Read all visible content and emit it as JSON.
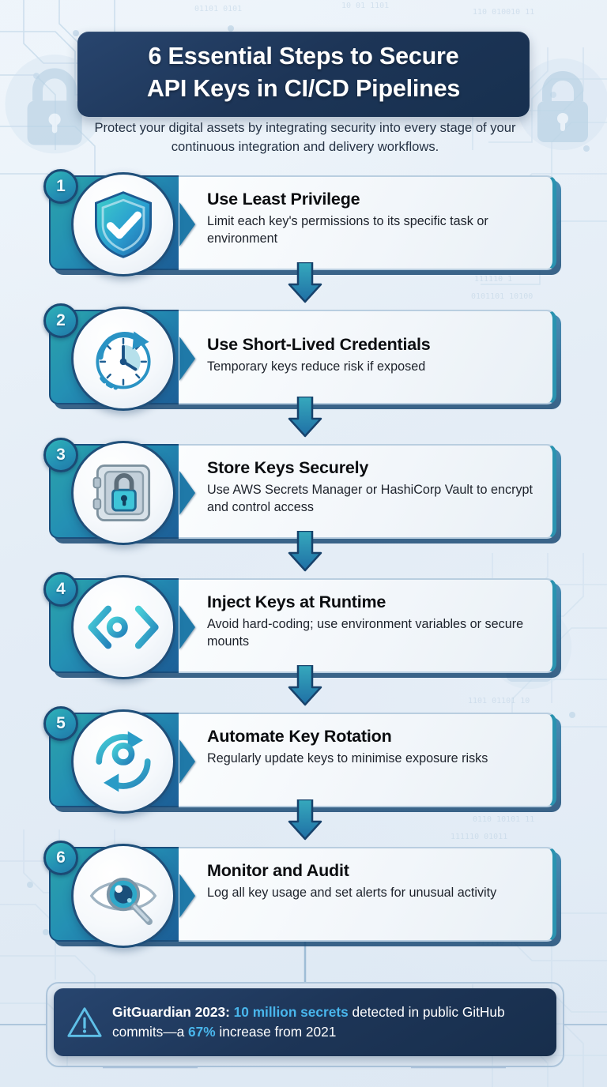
{
  "header": {
    "title_line1": "6 Essential Steps to Secure",
    "title_line2": "API Keys in CI/CD Pipelines",
    "subtitle": "Protect your digital assets by integrating security into every stage of your continuous integration and delivery workflows.",
    "title_bg_color": "#1d3557",
    "title_text_color": "#ffffff"
  },
  "steps": [
    {
      "number": "1",
      "title": "Use Least Privilege",
      "desc": "Limit each key's permissions to its specific task or environment",
      "icon": "shield-check-icon"
    },
    {
      "number": "2",
      "title": "Use Short-Lived Credentials",
      "desc": "Temporary keys reduce risk if exposed",
      "icon": "clock-rotate-icon"
    },
    {
      "number": "3",
      "title": "Store Keys Securely",
      "desc": "Use AWS Secrets Manager or HashiCorp Vault to encrypt and control access",
      "icon": "vault-lock-icon"
    },
    {
      "number": "4",
      "title": "Inject Keys at Runtime",
      "desc": "Avoid hard-coding; use environment variables or secure mounts",
      "icon": "code-key-icon"
    },
    {
      "number": "5",
      "title": "Automate Key Rotation",
      "desc": "Regularly update keys to minimise exposure risks",
      "icon": "key-rotation-icon"
    },
    {
      "number": "6",
      "title": "Monitor and Audit",
      "desc": "Log all key usage and set alerts for unusual activity",
      "icon": "eye-magnifier-icon"
    }
  ],
  "footer": {
    "icon": "warning-triangle-icon",
    "source_label": "GitGuardian 2023:",
    "highlight1": "10 million secrets",
    "mid_text": " detected in public GitHub commits—a ",
    "highlight2": "67%",
    "end_text": " increase from 2021",
    "accent_color": "#49b6ec",
    "bg_color": "#1d3557"
  },
  "theme": {
    "teal": "#2aa2a9",
    "blue": "#1f6fa5",
    "navy": "#1d3557",
    "card_bg": "#f7fafc"
  }
}
